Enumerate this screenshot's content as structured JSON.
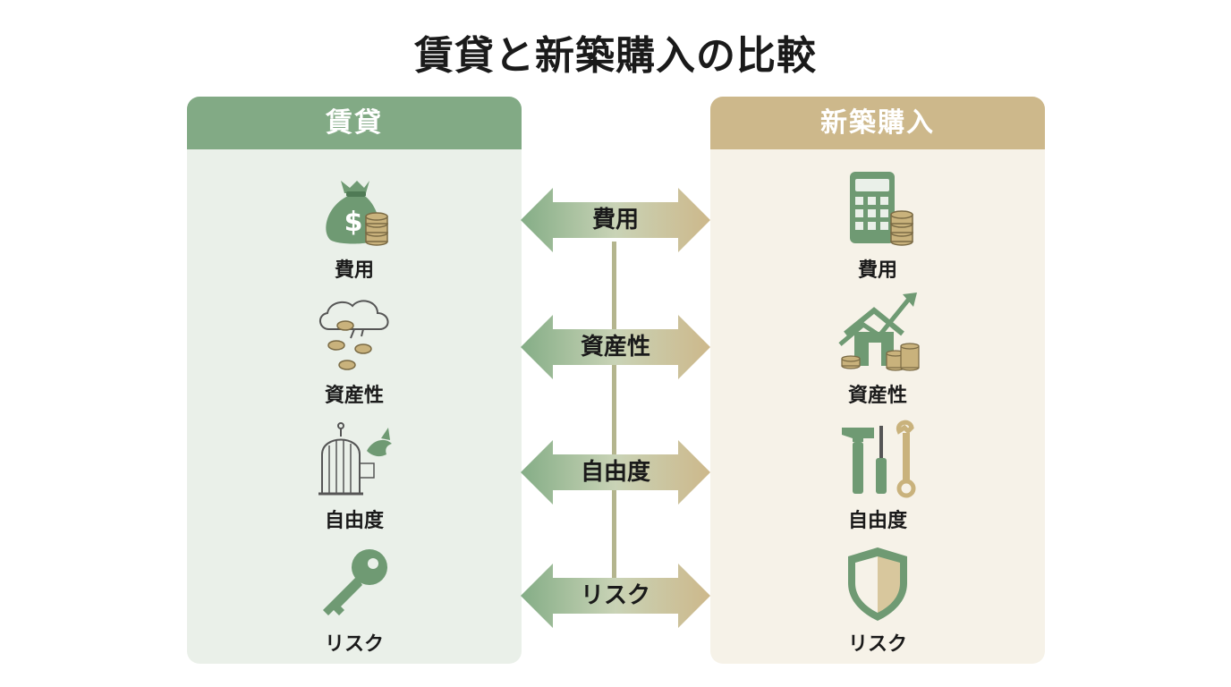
{
  "title": "賃貸と新築購入の比較",
  "colors": {
    "rent_accent": "#82aa85",
    "purchase_accent": "#cdb88b",
    "rent_panel_bg": "#eaf0e9",
    "purchase_panel_bg": "#f6f2e8",
    "icon_green": "#6f9a73",
    "icon_gold": "#c9b27c"
  },
  "rent": {
    "header": "賃貸",
    "items": [
      {
        "label": "費用",
        "icon": "money-bag-icon"
      },
      {
        "label": "資産性",
        "icon": "cloud-coins-icon"
      },
      {
        "label": "自由度",
        "icon": "birdcage-icon"
      },
      {
        "label": "リスク",
        "icon": "key-icon"
      }
    ]
  },
  "purchase": {
    "header": "新築購入",
    "items": [
      {
        "label": "費用",
        "icon": "calculator-icon"
      },
      {
        "label": "資産性",
        "icon": "house-growth-icon"
      },
      {
        "label": "自由度",
        "icon": "tools-icon"
      },
      {
        "label": "リスク",
        "icon": "shield-icon"
      }
    ]
  },
  "comparisons": [
    {
      "label": "費用"
    },
    {
      "label": "資産性"
    },
    {
      "label": "自由度"
    },
    {
      "label": "リスク"
    }
  ]
}
